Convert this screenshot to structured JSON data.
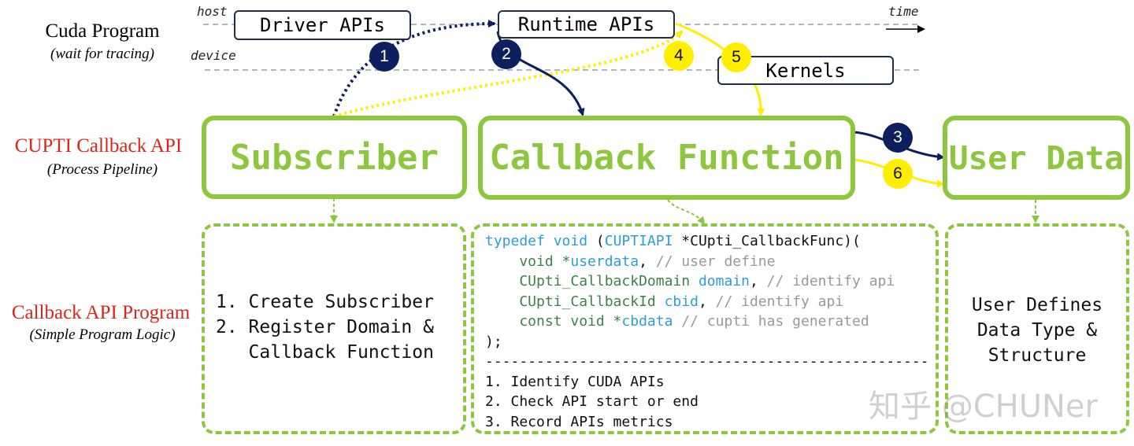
{
  "rows": {
    "cuda": {
      "title": "Cuda Program",
      "subtitle": "(wait for tracing)"
    },
    "cupti": {
      "title": "CUPTI Callback API",
      "subtitle": "(Process Pipeline)"
    },
    "program": {
      "title": "Callback API Program",
      "subtitle": "(Simple Program Logic)"
    }
  },
  "timeline": {
    "host": "host",
    "device": "device",
    "time": "time"
  },
  "api_boxes": {
    "driver": "Driver APIs",
    "runtime": "Runtime APIs",
    "kernels": "Kernels"
  },
  "main_boxes": {
    "subscriber": "Subscriber",
    "callback": "Callback Function",
    "user_data": "User Data"
  },
  "steps": {
    "s1": "1",
    "s2": "2",
    "s3": "3",
    "s4": "4",
    "s5": "5",
    "s6": "6"
  },
  "subscriber_steps": {
    "line1": "1. Create Subscriber",
    "line2": "2. Register Domain &",
    "line3": "   Callback Function"
  },
  "code": {
    "l1a": "typedef void",
    "l1b": " (",
    "l1c": "CUPTIAPI",
    "l1d": " *CUpti_CallbackFunc)(",
    "l2a": "    void *",
    "l2b": "userdata",
    "l2c": ", ",
    "l2d": "// user define",
    "l3a": "    CUpti_CallbackDomain ",
    "l3b": "domain",
    "l3c": ", ",
    "l3d": "// identify api",
    "l4a": "    CUpti_CallbackId ",
    "l4b": "cbid",
    "l4c": ", ",
    "l4d": "// identify api",
    "l5a": "    const void *",
    "l5b": "cbdata",
    "l5c": " ",
    "l5d": "// cupti has generated",
    "l6": ");",
    "sep": "----------------------------------------------------",
    "s1": "1. Identify CUDA APIs",
    "s2": "2. Check API start or end",
    "s3": "3. Record APIs metrics"
  },
  "user_defines": {
    "line1": "User Defines",
    "line2": "Data Type &",
    "line3": "Structure"
  },
  "watermark": "知乎 @CHUNer",
  "colors": {
    "green": "#8dc63f",
    "navy": "#0d1f5c",
    "yellow": "#ffee00",
    "red": "#d9261c",
    "code_blue": "#2a9fd6",
    "code_green": "#3f7f4a"
  }
}
